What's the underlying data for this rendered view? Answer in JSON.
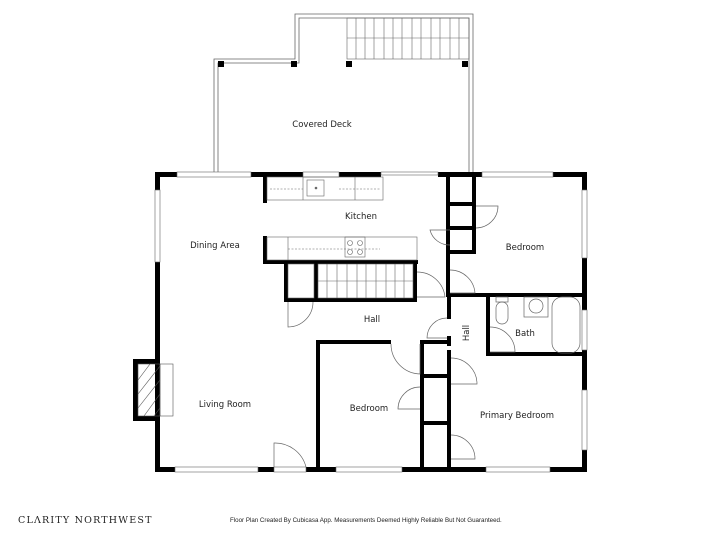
{
  "plan": {
    "rooms": [
      {
        "id": "covered-deck",
        "label": "Covered Deck"
      },
      {
        "id": "kitchen",
        "label": "Kitchen"
      },
      {
        "id": "dining-area",
        "label": "Dining Area"
      },
      {
        "id": "bedroom-ne",
        "label": "Bedroom"
      },
      {
        "id": "hall-main",
        "label": "Hall"
      },
      {
        "id": "hall-side",
        "label": "Hall"
      },
      {
        "id": "bath",
        "label": "Bath"
      },
      {
        "id": "living-room",
        "label": "Living Room"
      },
      {
        "id": "bedroom-center",
        "label": "Bedroom"
      },
      {
        "id": "primary-bedroom",
        "label": "Primary Bedroom"
      }
    ]
  },
  "footer": {
    "brand": "CLΛRITY NORTHWEST",
    "disclaimer": "Floor Plan Created By Cubicasa App. Measurements Deemed Highly Reliable But Not Guaranteed."
  },
  "colors": {
    "wall": "#000000",
    "line": "#555555",
    "background": "#ffffff"
  }
}
